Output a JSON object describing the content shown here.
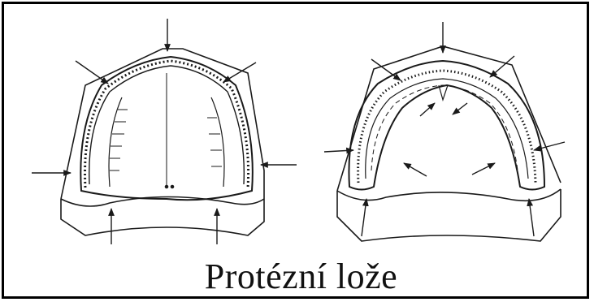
{
  "caption": "Protézní lože",
  "colors": {
    "ink": "#1a1a1a",
    "background": "#ffffff"
  },
  "figures": [
    {
      "name": "upper-jaw-model",
      "arrow_count": 7
    },
    {
      "name": "lower-jaw-model",
      "arrow_count": 11
    }
  ]
}
